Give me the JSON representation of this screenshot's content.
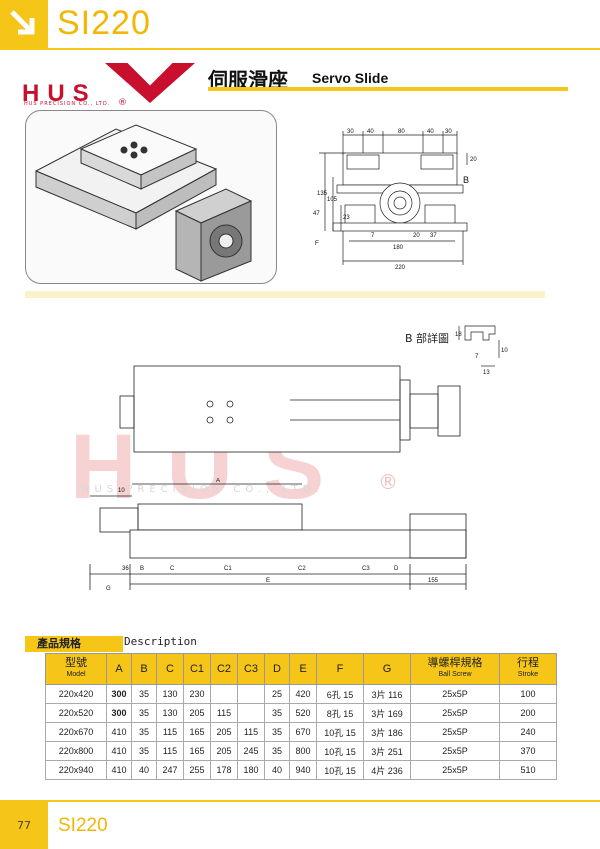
{
  "header": {
    "title": "SI220"
  },
  "logo": {
    "text": "HUS",
    "subtitle": "HUS PRECISION CO., LTD.",
    "reg": "®"
  },
  "product": {
    "title_zh": "伺服滑座",
    "title_en": "Servo Slide"
  },
  "drawing_end": {
    "dims_top": [
      "30",
      "40",
      "80",
      "40",
      "30"
    ],
    "dim_20_right": "20",
    "label_b": "B",
    "dim_135": "135",
    "dim_105": "105",
    "dim_47": "47",
    "dim_23": "23",
    "dim_7": "7",
    "dim_20": "20",
    "dim_37": "37",
    "dim_180": "180",
    "dim_220": "220",
    "label_f": "F"
  },
  "detail_b": {
    "label": "B 部詳圖",
    "dims": [
      "18",
      "10",
      "7",
      "13"
    ]
  },
  "drawing_side": {
    "dim_10": "10",
    "labels_top": [
      "A"
    ],
    "labels_bottom": [
      "36",
      "B",
      "C",
      "C1",
      "C2",
      "C3",
      "D"
    ],
    "label_g": "G",
    "label_e": "E",
    "dim_155": "155"
  },
  "watermark": {
    "text": "HUS",
    "sub": "HUS PRECISION CO., LTD.",
    "reg": "®"
  },
  "spec": {
    "tag": "產品規格",
    "desc": "Description",
    "headers": [
      {
        "zh": "型號",
        "en": "Model"
      },
      {
        "zh": "A",
        "en": ""
      },
      {
        "zh": "B",
        "en": ""
      },
      {
        "zh": "C",
        "en": ""
      },
      {
        "zh": "C1",
        "en": ""
      },
      {
        "zh": "C2",
        "en": ""
      },
      {
        "zh": "C3",
        "en": ""
      },
      {
        "zh": "D",
        "en": ""
      },
      {
        "zh": "E",
        "en": ""
      },
      {
        "zh": "F",
        "en": ""
      },
      {
        "zh": "G",
        "en": ""
      },
      {
        "zh": "導螺桿規格",
        "en": "Ball Screw"
      },
      {
        "zh": "行程",
        "en": "Stroke"
      }
    ],
    "rows": [
      {
        "model": "220x420",
        "A": "300",
        "B": "35",
        "C": "130",
        "C1": "230",
        "C2": "",
        "C3": "",
        "D": "25",
        "E": "420",
        "F": "6孔 15",
        "G": "3片 116",
        "screw": "25x5P",
        "stroke": "100"
      },
      {
        "model": "220x520",
        "A": "300",
        "B": "35",
        "C": "130",
        "C1": "205",
        "C2": "115",
        "C3": "",
        "D": "35",
        "E": "520",
        "F": "8孔 15",
        "G": "3片 169",
        "screw": "25x5P",
        "stroke": "200"
      },
      {
        "model": "220x670",
        "A": "410",
        "B": "35",
        "C": "115",
        "C1": "165",
        "C2": "205",
        "C3": "115",
        "D": "35",
        "E": "670",
        "F": "10孔 15",
        "G": "3片 186",
        "screw": "25x5P",
        "stroke": "240"
      },
      {
        "model": "220x800",
        "A": "410",
        "B": "35",
        "C": "115",
        "C1": "165",
        "C2": "205",
        "C3": "245",
        "D": "35",
        "E": "800",
        "F": "10孔 15",
        "G": "3片 251",
        "screw": "25x5P",
        "stroke": "370"
      },
      {
        "model": "220x940",
        "A": "410",
        "B": "40",
        "C": "247",
        "C1": "255",
        "C2": "178",
        "C3": "180",
        "D": "40",
        "E": "940",
        "F": "10孔 15",
        "G": "4片 236",
        "screw": "25x5P",
        "stroke": "510"
      }
    ]
  },
  "footer": {
    "page": "77",
    "title": "SI220"
  }
}
